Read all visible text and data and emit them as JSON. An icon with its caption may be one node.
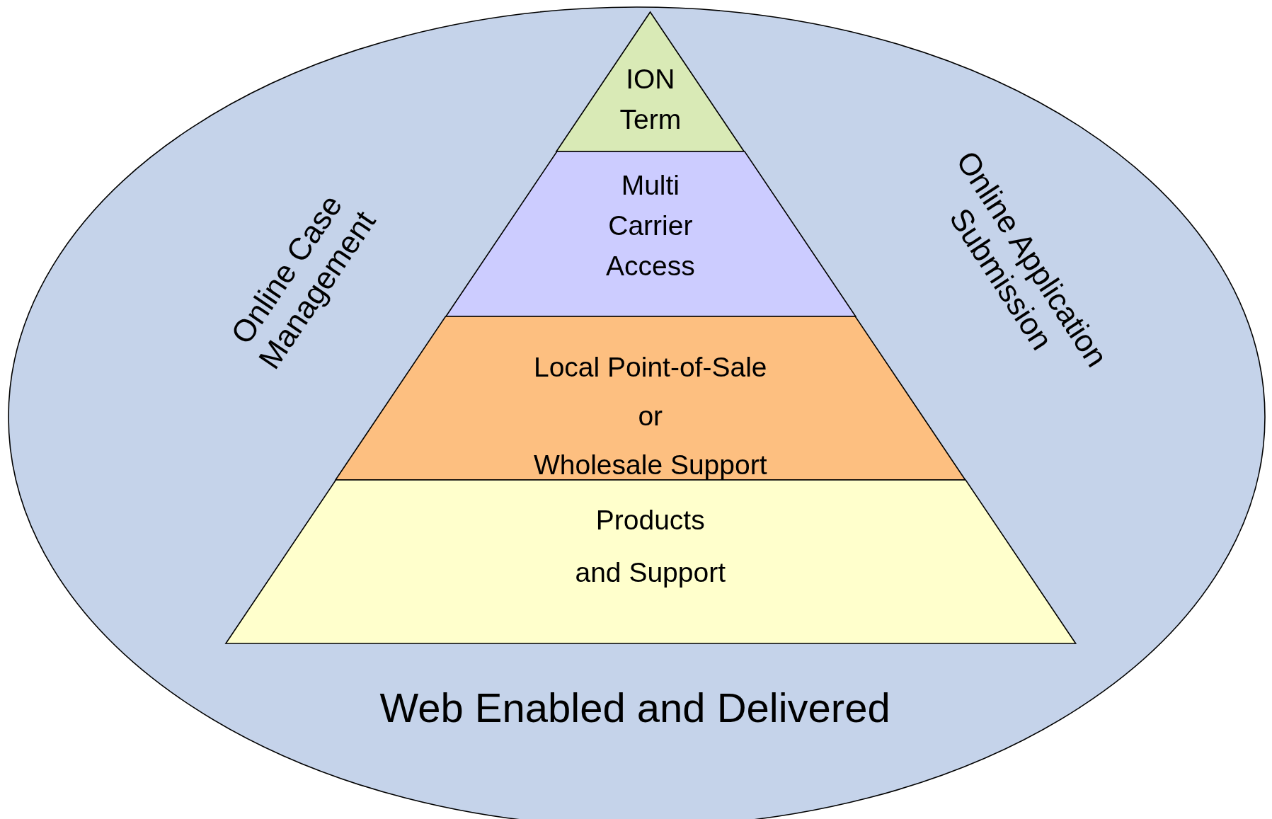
{
  "diagram": {
    "nodes": [
      {
        "text": [
          "Online Case Management",
          "Online Application Submission",
          "Web Enabled and Delivered"
        ]
      },
      {
        "text": [
          "ION Term"
        ],
        "in": 0
      },
      {
        "text": [
          "Multi Carrier Access"
        ],
        "in": 0
      },
      {
        "text": [
          "Local Point-of-Sale or Wholesale Support"
        ],
        "in": 0
      },
      {
        "text": [
          "Products and Support"
        ],
        "in": 0
      }
    ],
    "edges": []
  }
}
